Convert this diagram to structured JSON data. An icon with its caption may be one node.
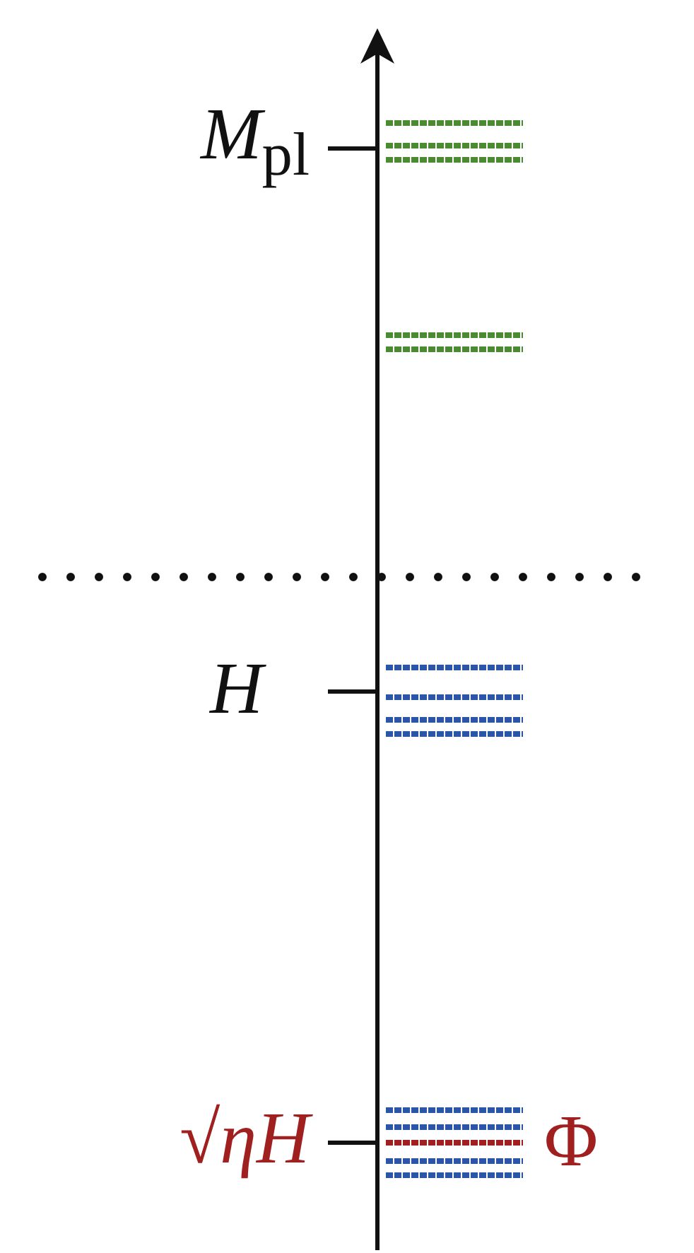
{
  "diagram": {
    "labels": [
      "*M*$_{pl}$",
      "H",
      "√ηH",
      "Φ"
    ]
  }
}
